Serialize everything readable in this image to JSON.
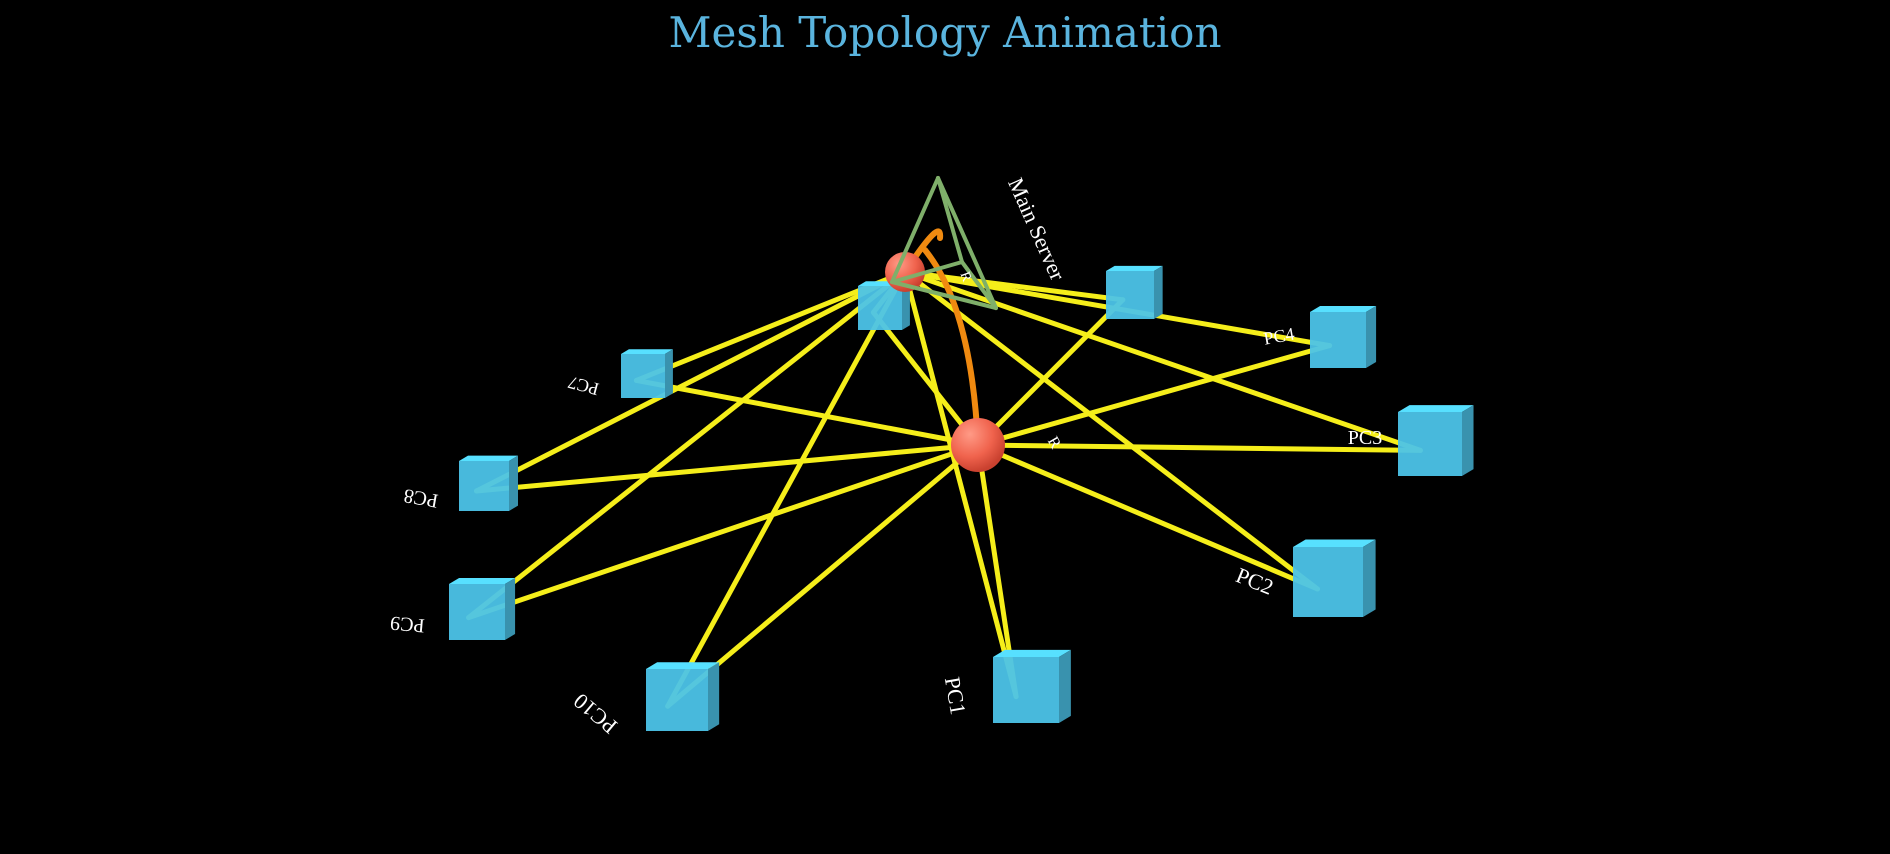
{
  "title": "Mesh Topology Animation",
  "colors": {
    "background": "#000000",
    "title": "#5ab4de",
    "link": "#f5ee1a",
    "server_link": "#f08a10",
    "pc": "#4cc3e8",
    "router": "#f0634d",
    "server_outline": "#7faf6a"
  },
  "server": {
    "label": "Main Server",
    "shape": "pyramid"
  },
  "routers": [
    {
      "id": "R1",
      "label": "R"
    },
    {
      "id": "R2",
      "label": "R"
    }
  ],
  "pcs": [
    {
      "id": "PC1",
      "label": "PC1"
    },
    {
      "id": "PC2",
      "label": "PC2"
    },
    {
      "id": "PC3",
      "label": "PC3"
    },
    {
      "id": "PC4",
      "label": "PC4"
    },
    {
      "id": "PC5",
      "label": ""
    },
    {
      "id": "PC6",
      "label": ""
    },
    {
      "id": "PC7",
      "label": "PC7"
    },
    {
      "id": "PC8",
      "label": "PC8"
    },
    {
      "id": "PC9",
      "label": "PC9"
    },
    {
      "id": "PC10",
      "label": "PC10"
    }
  ],
  "links": [
    [
      "R1",
      "PC1"
    ],
    [
      "R1",
      "PC2"
    ],
    [
      "R1",
      "PC3"
    ],
    [
      "R1",
      "PC4"
    ],
    [
      "R1",
      "PC5"
    ],
    [
      "R1",
      "PC6"
    ],
    [
      "R1",
      "PC7"
    ],
    [
      "R1",
      "PC8"
    ],
    [
      "R1",
      "PC9"
    ],
    [
      "R1",
      "PC10"
    ],
    [
      "R2",
      "PC1"
    ],
    [
      "R2",
      "PC2"
    ],
    [
      "R2",
      "PC3"
    ],
    [
      "R2",
      "PC4"
    ],
    [
      "R2",
      "PC5"
    ],
    [
      "R2",
      "PC6"
    ],
    [
      "R2",
      "PC7"
    ],
    [
      "R2",
      "PC8"
    ],
    [
      "R2",
      "PC9"
    ],
    [
      "R2",
      "PC10"
    ]
  ],
  "server_links": [
    [
      "SERVER",
      "R1"
    ],
    [
      "SERVER",
      "R2"
    ]
  ]
}
